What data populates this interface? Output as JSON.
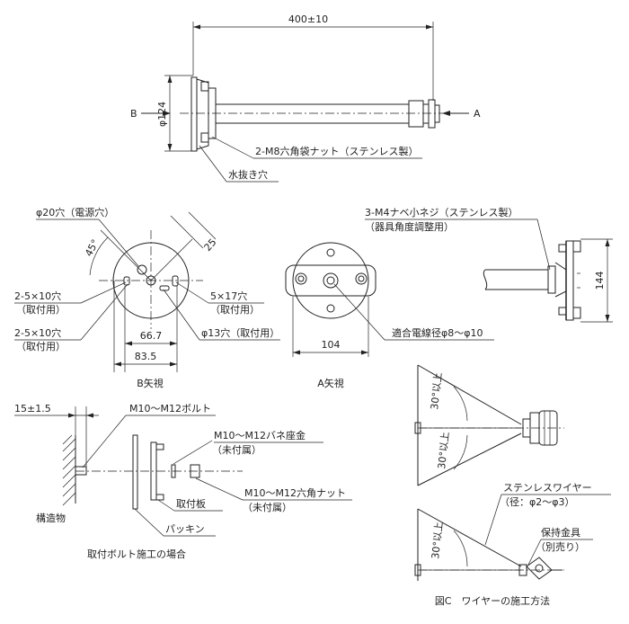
{
  "top_view": {
    "length_dim": "400±10",
    "diameter_dim": "φ124",
    "view_b": "B",
    "view_a": "A",
    "nut_note": "2-M8六角袋ナット（ステンレス製）",
    "drain_note": "水抜き穴"
  },
  "b_view": {
    "power_hole": "φ20穴（電源穴）",
    "angle_45": "45°",
    "dim_25": "25",
    "hole_2x5x10_a": "2-5×10穴",
    "hole_2x5x10_a_sub": "（取付用）",
    "hole_2x5x10_b": "2-5×10穴",
    "hole_2x5x10_b_sub": "（取付用）",
    "hole_5x17": "5×17穴",
    "hole_5x17_sub": "（取付用）",
    "hole_13": "φ13穴（取付用）",
    "dim_667": "66.7",
    "dim_835": "83.5",
    "caption": "B矢視"
  },
  "a_view": {
    "dim_104": "104",
    "cable_note": "適合電線径φ8～φ10",
    "caption": "A矢視"
  },
  "side_view": {
    "screw_note": "3-M4ナベ小ネジ（ステンレス製）",
    "screw_note_sub": "（器具角度調整用）",
    "dim_144": "144"
  },
  "bolt_view": {
    "dim_15": "15±1.5",
    "bolt": "M10～M12ボルト",
    "washer": "M10～M12バネ座金",
    "washer_sub": "（未付属）",
    "nut": "M10～M12六角ナット",
    "nut_sub": "（未付属）",
    "plate": "取付板",
    "structure": "構造物",
    "packing": "パッキン",
    "caption": "取付ボルト施工の場合"
  },
  "wire_view": {
    "angle_1": "30°以上",
    "angle_2": "30°以上",
    "angle_3": "30°以上",
    "wire": "ステンレスワイヤー",
    "wire_sub": "（径：φ2～φ3）",
    "holder": "保持金具",
    "holder_sub": "（別売り）",
    "caption": "図C　ワイヤーの施工方法"
  }
}
